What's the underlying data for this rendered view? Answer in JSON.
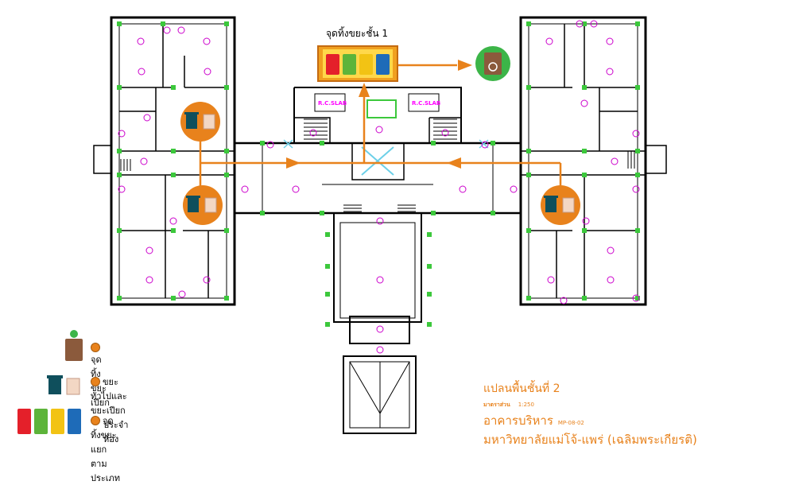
{
  "header": {
    "bin_station_label": "จุดทิ้งขยะชั้น 1"
  },
  "plan": {
    "slab_label": "R.C.SLAB"
  },
  "legend": {
    "wet_waste_label": "จุดทิ้งขยะเปียก",
    "general_wet_line1": "ขยะทั่วไปและขยะเปียก",
    "general_wet_line2": "ประจำห้อง",
    "sorted_label": "จุดทิ้งขยะแยกตามประเภท"
  },
  "title_block": {
    "plan_title": "แปลนพื้นชั้นที่ 2",
    "scale_label": "มาตราส่วน",
    "scale_value": "1:250",
    "building": "อาคารบริหาร",
    "sheet_code": "MP-08-02",
    "university": "มหาวิทยาลัยแม่โจ้-แพร่ (เฉลิมพระเกียรติ)"
  },
  "colors": {
    "flow_arrow": "#e8821c",
    "wall": "#000000",
    "column": "#3cc83c",
    "room_marker": "#cc00cc",
    "bin_red": "#e4202a",
    "bin_green": "#5db43a",
    "bin_yellow": "#f2c314",
    "bin_blue": "#1e6bb8"
  },
  "icons": [
    "trash-bin-icon",
    "recycle-bin-icon",
    "organic-bin-icon",
    "sorted-bins-icon"
  ]
}
